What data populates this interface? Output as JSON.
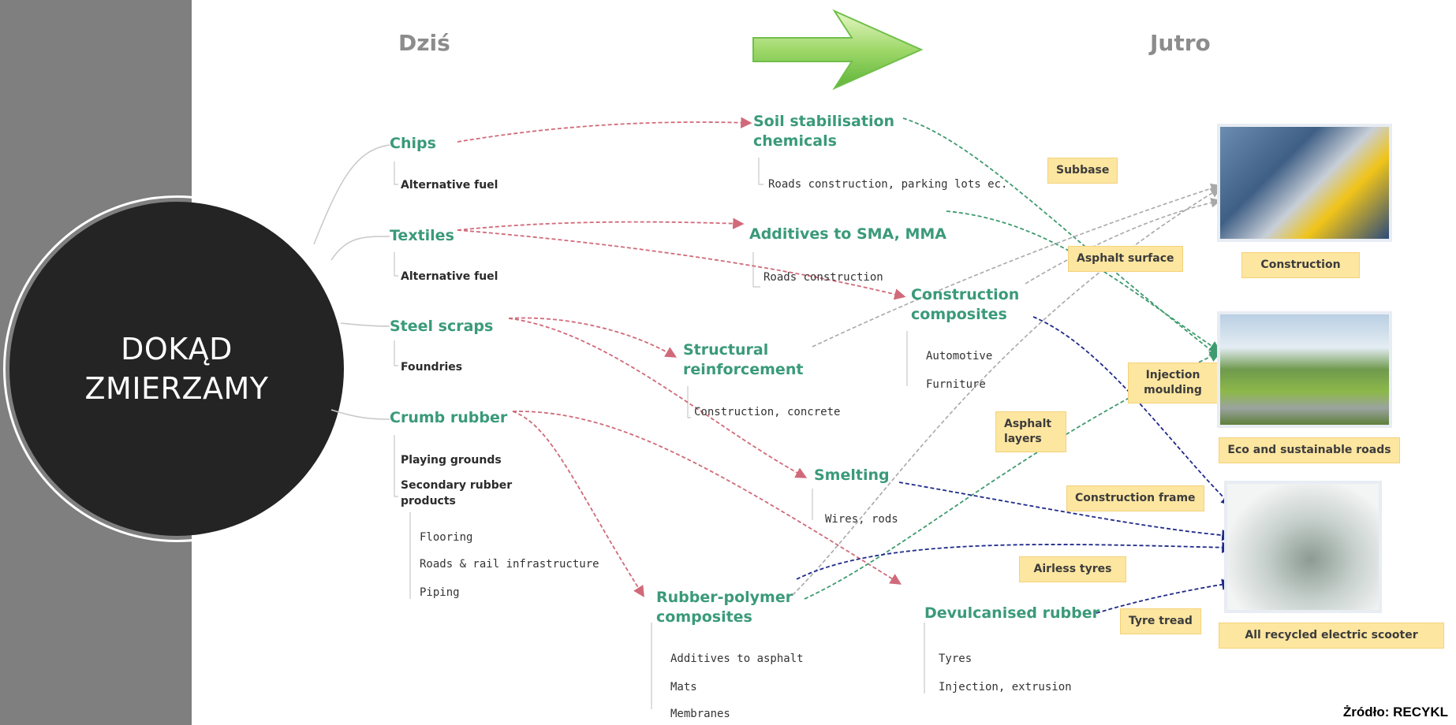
{
  "slide": {
    "title_line1": "DOKĄD",
    "title_line2": "ZMIERZAMY",
    "header_left": "Dziś",
    "header_right": "Jutro",
    "source": "Żródło: RECYKL"
  },
  "today": {
    "chips": "Chips",
    "chips_sub": "Alternative fuel",
    "textiles": "Textiles",
    "textiles_sub": "Alternative fuel",
    "steel": "Steel scraps",
    "steel_sub": "Foundries",
    "crumb": "Crumb rubber",
    "crumb_sub1": "Playing grounds",
    "crumb_sub2": "Secondary rubber products",
    "crumb_sub2a": "Flooring",
    "crumb_sub2b": "Roads & rail infrastructure",
    "crumb_sub2c": "Piping"
  },
  "middle": {
    "soil": "Soil stabilisation chemicals",
    "soil_sub": "Roads construction, parking lots ec.",
    "additives": "Additives to SMA, MMA",
    "additives_sub": "Roads construction",
    "structural": "Structural reinforcement",
    "structural_sub": "Construction, concrete",
    "construction_comp": "Construction composites",
    "construction_comp_sub1": "Automotive",
    "construction_comp_sub2": "Furniture",
    "smelting": "Smelting",
    "smelting_sub": "Wires, rods",
    "rubber_poly": "Rubber-polymer composites",
    "rubber_poly_sub1": "Additives to asphalt",
    "rubber_poly_sub2": "Mats",
    "rubber_poly_sub3": "Membranes",
    "devulc": "Devulcanised rubber",
    "devulc_sub1": "Tyres",
    "devulc_sub2": "Injection, extrusion"
  },
  "callouts": {
    "subbase": "Subbase",
    "asphalt_surface": "Asphalt surface",
    "injection": "Injection moulding",
    "asphalt_layers": "Asphalt layers",
    "construction_frame": "Construction frame",
    "airless": "Airless tyres",
    "tyre_tread": "Tyre tread"
  },
  "outcomes": {
    "construction": "Construction",
    "roads": "Eco and sustainable roads",
    "scooter": "All recycled electric scooter"
  },
  "colors": {
    "band": "#7f7f7f",
    "circle": "#242424",
    "green_text": "#3a9a79",
    "red_arrow": "#d06a7a",
    "green_arrow": "#3f9b6f",
    "blue_arrow": "#1f2a8a",
    "callout": "#fde6a0"
  },
  "icons": {
    "big_arrow": "right-arrow-icon"
  }
}
